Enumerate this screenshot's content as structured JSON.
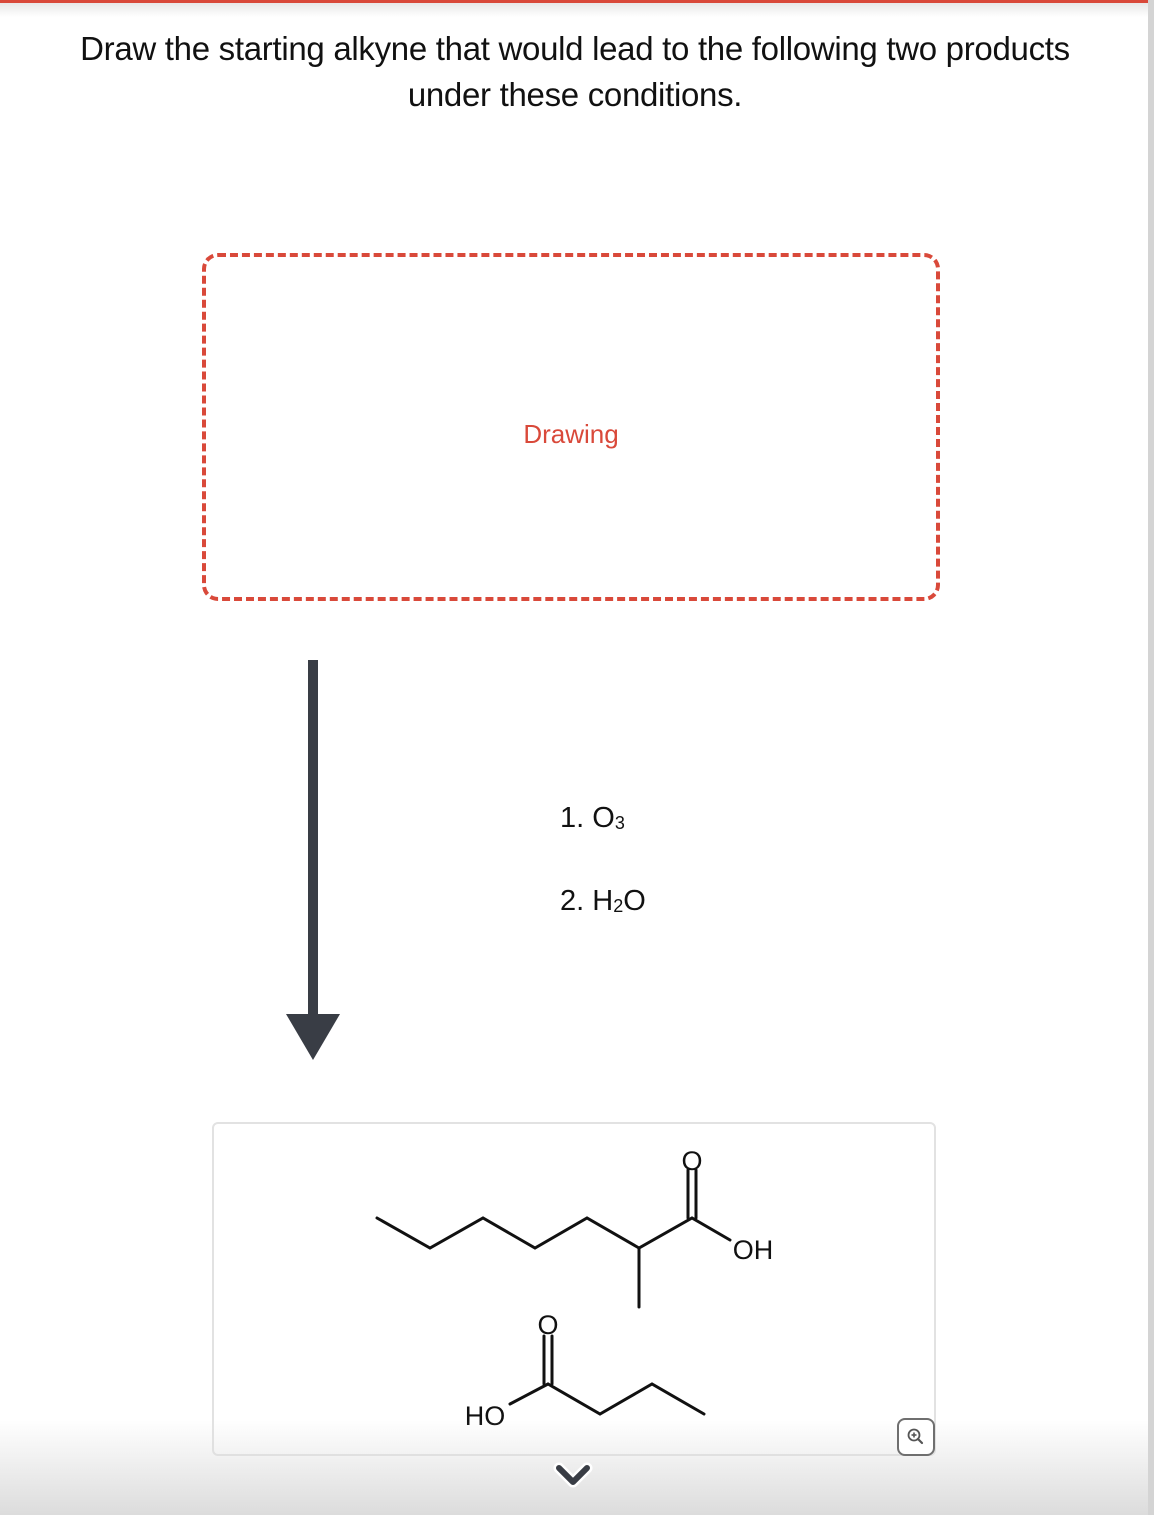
{
  "question": {
    "text": "Draw the starting alkyne that would lead to the following two products under these conditions."
  },
  "drawing_area": {
    "label": "Drawing"
  },
  "reaction": {
    "arrow_direction": "down",
    "reagents": [
      {
        "step": "1.",
        "formula": "O",
        "subscript": "3"
      },
      {
        "step": "2.",
        "formula_prefix": "H",
        "subscript": "2",
        "formula_suffix": "O"
      }
    ]
  },
  "products": {
    "molecules": [
      {
        "name": "2-methylheptanoic acid",
        "labels": {
          "carbonyl_o": "O",
          "hydroxyl": "OH"
        }
      },
      {
        "name": "butanoic acid",
        "labels": {
          "carbonyl_o": "O",
          "hydroxyl": "HO"
        }
      }
    ],
    "zoom_icon": "zoom-in-icon",
    "expand_icon": "chevron-down-icon"
  },
  "colors": {
    "accent": "#d9493a",
    "arrow": "#393d45",
    "text": "#111111",
    "card_border": "#e2e2e2"
  }
}
